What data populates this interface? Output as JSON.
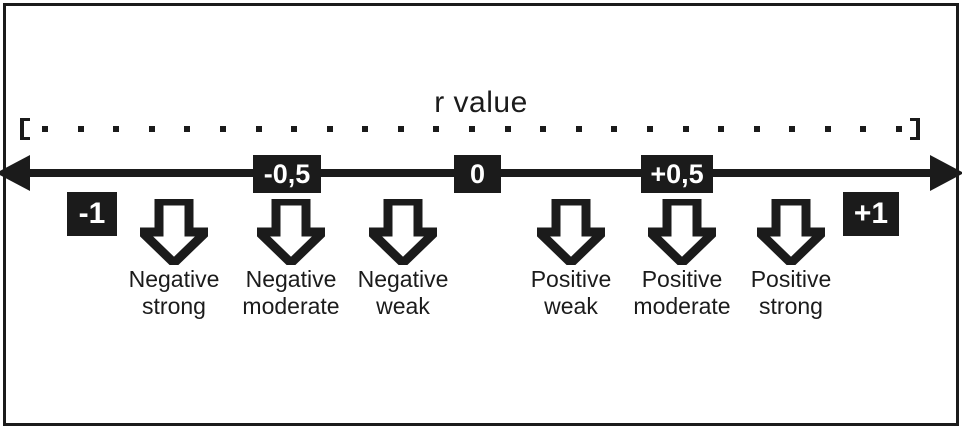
{
  "figure": {
    "title": "r value",
    "colors": {
      "ink": "#1b1b1b",
      "paper": "#ffffff"
    }
  },
  "chart_data": {
    "type": "scale",
    "title": "r value",
    "xlabel": "r value",
    "ylabel": "",
    "axis_range": [
      -1,
      1
    ],
    "grid": false,
    "legend_position": "none",
    "tick_labels": [
      "-1",
      "-0,5",
      "0",
      "+0,5",
      "+1"
    ],
    "tick_values": [
      -1,
      -0.5,
      0,
      0.5,
      1
    ],
    "dot_count": 25,
    "categories": [
      "Negative strong",
      "Negative moderate",
      "Negative weak",
      "Positive weak",
      "Positive moderate",
      "Positive strong"
    ],
    "markers": [
      {
        "label_line1": "Negative",
        "label_line2": "strong",
        "r_center": -0.78
      },
      {
        "label_line1": "Negative",
        "label_line2": "moderate",
        "r_center": -0.52
      },
      {
        "label_line1": "Negative",
        "label_line2": "weak",
        "r_center": -0.27
      },
      {
        "label_line1": "Positive",
        "label_line2": "weak",
        "r_center": 0.13
      },
      {
        "label_line1": "Positive",
        "label_line2": "moderate",
        "r_center": 0.39
      },
      {
        "label_line1": "Positive",
        "label_line2": "strong",
        "r_center": 0.63
      }
    ]
  },
  "axis": {
    "left_arrow_icon": "arrow-left",
    "right_arrow_icon": "arrow-right",
    "chips": [
      {
        "text": "-0,5"
      },
      {
        "text": "0"
      },
      {
        "text": "+0,5"
      }
    ],
    "end_chips": [
      {
        "text": "-1"
      },
      {
        "text": "+1"
      }
    ]
  },
  "markers": [
    {
      "line1": "Negative",
      "line2": "strong"
    },
    {
      "line1": "Negative",
      "line2": "moderate"
    },
    {
      "line1": "Negative",
      "line2": "weak"
    },
    {
      "line1": "Positive",
      "line2": "weak"
    },
    {
      "line1": "Positive",
      "line2": "moderate"
    },
    {
      "line1": "Positive",
      "line2": "strong"
    }
  ]
}
